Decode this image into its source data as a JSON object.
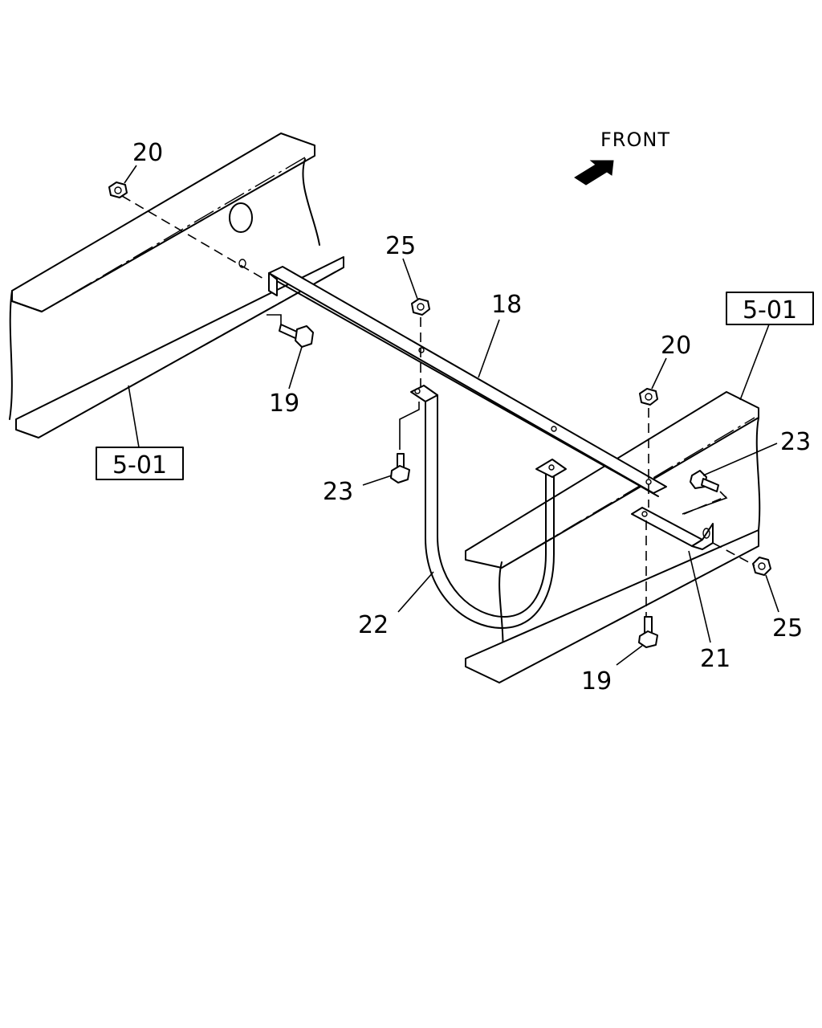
{
  "front_label": "FRONT",
  "references": [
    {
      "text": "5-01"
    },
    {
      "text": "5-01"
    }
  ],
  "callouts": [
    {
      "text": "20"
    },
    {
      "text": "25"
    },
    {
      "text": "18"
    },
    {
      "text": "19"
    },
    {
      "text": "20"
    },
    {
      "text": "23"
    },
    {
      "text": "23"
    },
    {
      "text": "22"
    },
    {
      "text": "25"
    },
    {
      "text": "21"
    },
    {
      "text": "19"
    }
  ]
}
